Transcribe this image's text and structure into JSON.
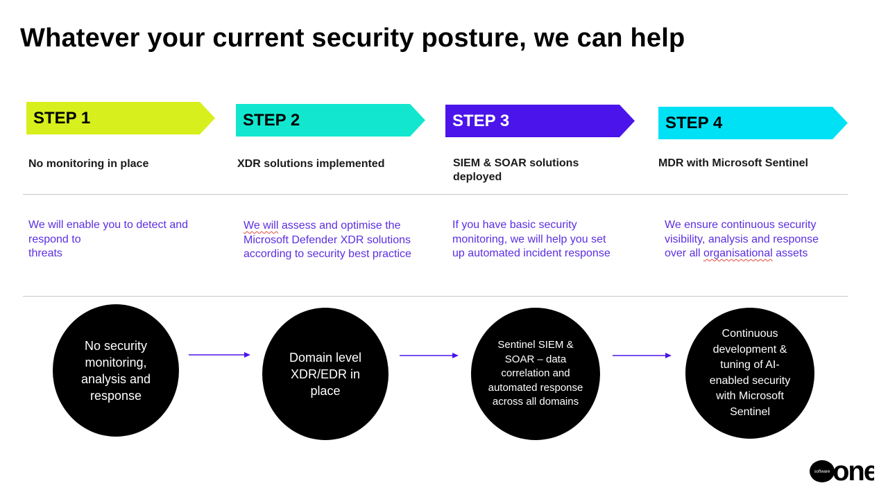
{
  "slide": {
    "title": "Whatever your current security posture, we can help"
  },
  "steps": [
    {
      "label": "STEP 1",
      "color": "#d7ef1c",
      "label_color": "#000000",
      "heading": "No monitoring in place",
      "description_lines": [
        "We will enable you to detect and",
        "respond to",
        "threats"
      ]
    },
    {
      "label": "STEP 2",
      "color": "#12e6cf",
      "label_color": "#000000",
      "heading": "XDR solutions implemented",
      "description_lines": [
        "We will assess and optimise the",
        "Microsoft Defender XDR solutions",
        "according to security best practice"
      ]
    },
    {
      "label": "STEP 3",
      "color": "#4b14ea",
      "label_color": "#ffffff",
      "heading_lines": [
        "SIEM & SOAR solutions",
        "deployed"
      ],
      "description_lines": [
        "If you have basic security",
        "monitoring, we will help you set",
        "up automated incident response"
      ]
    },
    {
      "label": "STEP 4",
      "color": "#00e1f5",
      "label_color": "#000000",
      "heading": "MDR with Microsoft Sentinel",
      "description_lines": [
        "We ensure continuous security",
        "visibility, analysis and response",
        "over all organisational assets"
      ]
    }
  ],
  "flow": [
    {
      "lines": [
        "No security",
        "monitoring,",
        "analysis and",
        "response"
      ]
    },
    {
      "lines": [
        "Domain level",
        "XDR/EDR in",
        "place"
      ]
    },
    {
      "lines": [
        "Sentinel SIEM &",
        "SOAR – data",
        "correlation and",
        "automated response",
        "across all domains"
      ]
    },
    {
      "lines": [
        "Continuous",
        "development &",
        "tuning of AI-",
        "enabled security",
        "with Microsoft",
        "Sentinel"
      ]
    }
  ],
  "logo": {
    "small_text": "software",
    "main_text": "one"
  },
  "colors": {
    "description_text": "#5b2de0",
    "flow_arrow": "#4b14ea",
    "divider": "#c8c8c8"
  }
}
